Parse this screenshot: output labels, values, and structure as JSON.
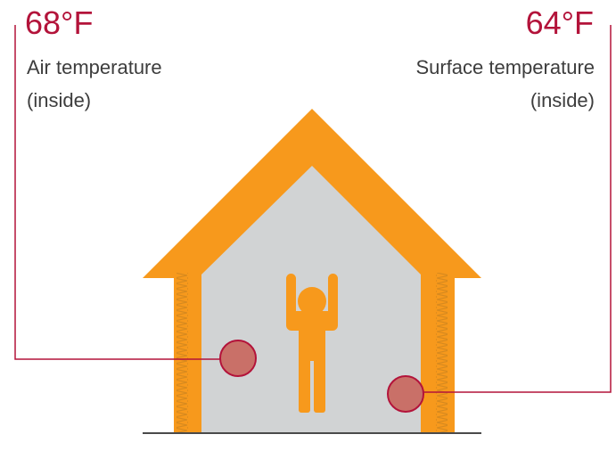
{
  "colors": {
    "accent": "#b3133a",
    "house_frame": "#f7991c",
    "interior": "#d1d3d4",
    "insulation": "#d88a1e",
    "sensor_fill": "#c97068",
    "text": "#3d3d3d"
  },
  "left_callout": {
    "value": "68°F",
    "label_line1": "Air temperature",
    "label_line2": "(inside)"
  },
  "right_callout": {
    "value": "64°F",
    "label_line1": "Surface temperature",
    "label_line2": "(inside)"
  }
}
